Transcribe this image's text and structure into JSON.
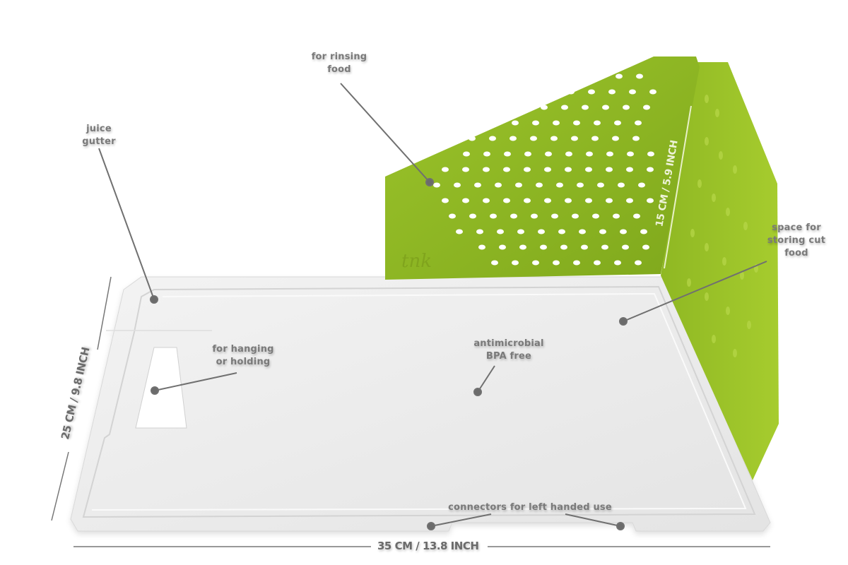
{
  "product": {
    "brand_mark": "tnk",
    "colors": {
      "board": "#eeeeee",
      "board_edge": "#dcdcdc",
      "green_panel": "#8db524",
      "green_panel_dark": "#77a11a",
      "label_text": "#7a7a7a",
      "leader_line": "#707070"
    }
  },
  "callouts": [
    {
      "id": "rinsing",
      "text": "for rinsing\nfood"
    },
    {
      "id": "juice-gutter",
      "text": "juice\ngutter"
    },
    {
      "id": "storing",
      "text": "space for\nstoring cut\nfood"
    },
    {
      "id": "hanging",
      "text": "for hanging\nor holding"
    },
    {
      "id": "antimicrobial",
      "text": "antimicrobial\nBPA free"
    },
    {
      "id": "connectors",
      "text": "connectors for left handed use"
    }
  ],
  "dimensions": {
    "width": "35 CM / 13.8 INCH",
    "depth": "25 CM / 9.8 INCH",
    "panel_height": "15 CM / 5.9 INCH"
  }
}
